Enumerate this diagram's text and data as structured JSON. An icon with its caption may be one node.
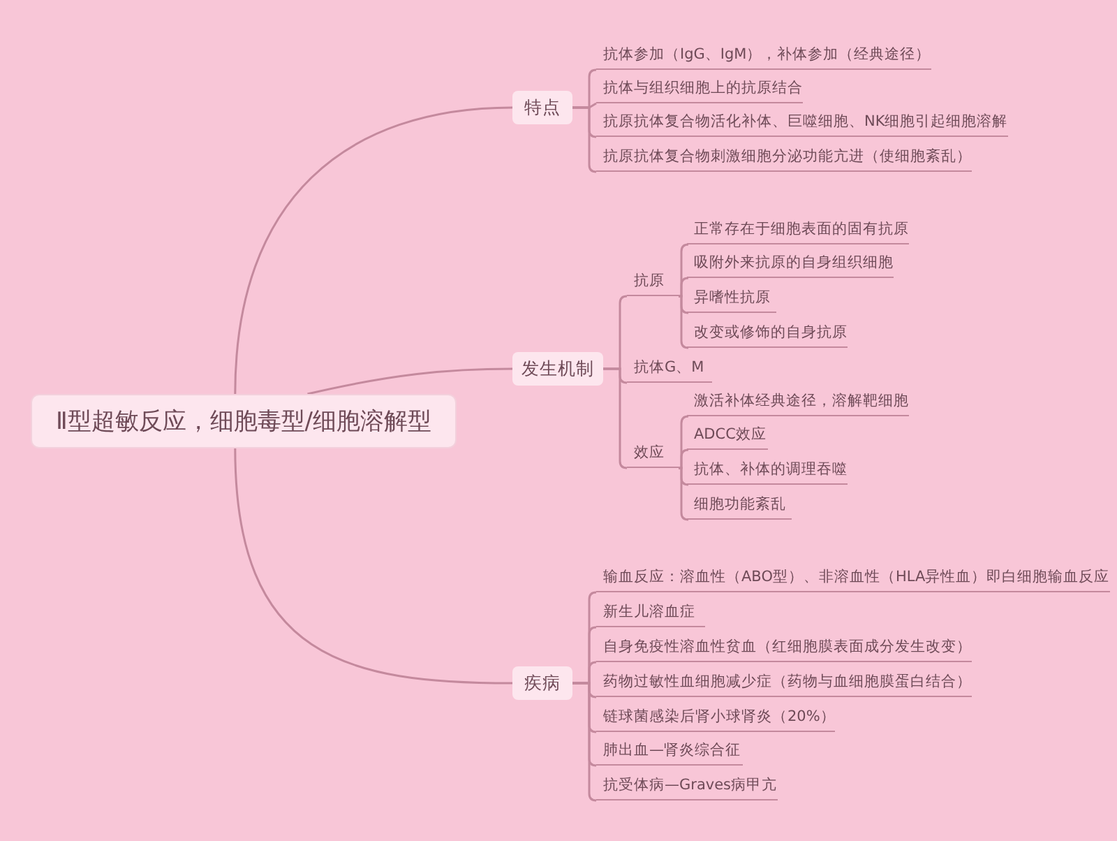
{
  "diagram": {
    "nodes": [
      {
        "text": [
          "Ⅱ型超敏反应，细胞毒型/细胞溶解型"
        ]
      },
      {
        "text": [
          "特点"
        ]
      },
      {
        "text": [
          "抗体参加（IgG、IgM），补体参加（经典途径）"
        ]
      },
      {
        "text": [
          "抗体与组织细胞上的抗原结合"
        ]
      },
      {
        "text": [
          "抗原抗体复合物活化补体、巨噬细胞、NK细胞引起细胞溶解"
        ]
      },
      {
        "text": [
          "抗原抗体复合物刺激细胞分泌功能亢进（使细胞紊乱）"
        ]
      },
      {
        "text": [
          "发生机制"
        ]
      },
      {
        "text": [
          "抗原"
        ]
      },
      {
        "text": [
          "正常存在于细胞表面的固有抗原"
        ]
      },
      {
        "text": [
          "吸附外来抗原的自身组织细胞"
        ]
      },
      {
        "text": [
          "异嗜性抗原"
        ]
      },
      {
        "text": [
          "改变或修饰的自身抗原"
        ]
      },
      {
        "text": [
          "抗体G、M"
        ]
      },
      {
        "text": [
          "效应"
        ]
      },
      {
        "text": [
          "激活补体经典途径，溶解靶细胞"
        ]
      },
      {
        "text": [
          "ADCC效应"
        ]
      },
      {
        "text": [
          "抗体、补体的调理吞噬"
        ]
      },
      {
        "text": [
          "细胞功能紊乱"
        ]
      },
      {
        "text": [
          "疾病"
        ]
      },
      {
        "text": [
          "输血反应：溶血性（ABO型）、非溶血性（HLA异性血）即白细胞输血反应"
        ]
      },
      {
        "text": [
          "新生儿溶血症"
        ]
      },
      {
        "text": [
          "自身免疫性溶血性贫血（红细胞膜表面成分发生改变）"
        ]
      },
      {
        "text": [
          "药物过敏性血细胞减少症（药物与血细胞膜蛋白结合）"
        ]
      },
      {
        "text": [
          "链球菌感染后肾小球肾炎（20%）"
        ]
      },
      {
        "text": [
          "肺出血—肾炎综合征"
        ]
      },
      {
        "text": [
          "抗受体病—Graves病甲亢"
        ]
      }
    ],
    "edges": [
      {
        "from": 0,
        "to": 1,
        "arrow": "none"
      },
      {
        "from": 1,
        "to": 2,
        "arrow": "none"
      },
      {
        "from": 1,
        "to": 3,
        "arrow": "none"
      },
      {
        "from": 1,
        "to": 4,
        "arrow": "none"
      },
      {
        "from": 1,
        "to": 5,
        "arrow": "none"
      },
      {
        "from": 0,
        "to": 6,
        "arrow": "none"
      },
      {
        "from": 6,
        "to": 7,
        "arrow": "none"
      },
      {
        "from": 7,
        "to": 8,
        "arrow": "none"
      },
      {
        "from": 7,
        "to": 9,
        "arrow": "none"
      },
      {
        "from": 7,
        "to": 10,
        "arrow": "none"
      },
      {
        "from": 7,
        "to": 11,
        "arrow": "none"
      },
      {
        "from": 6,
        "to": 12,
        "arrow": "none"
      },
      {
        "from": 6,
        "to": 13,
        "arrow": "none"
      },
      {
        "from": 13,
        "to": 14,
        "arrow": "none"
      },
      {
        "from": 13,
        "to": 15,
        "arrow": "none"
      },
      {
        "from": 13,
        "to": 16,
        "arrow": "none"
      },
      {
        "from": 13,
        "to": 17,
        "arrow": "none"
      },
      {
        "from": 0,
        "to": 18,
        "arrow": "none"
      },
      {
        "from": 18,
        "to": 19,
        "arrow": "none"
      },
      {
        "from": 18,
        "to": 20,
        "arrow": "none"
      },
      {
        "from": 18,
        "to": 21,
        "arrow": "none"
      },
      {
        "from": 18,
        "to": 22,
        "arrow": "none"
      },
      {
        "from": 18,
        "to": 23,
        "arrow": "none"
      },
      {
        "from": 18,
        "to": 24,
        "arrow": "none"
      },
      {
        "from": 18,
        "to": 25,
        "arrow": "none"
      }
    ]
  }
}
